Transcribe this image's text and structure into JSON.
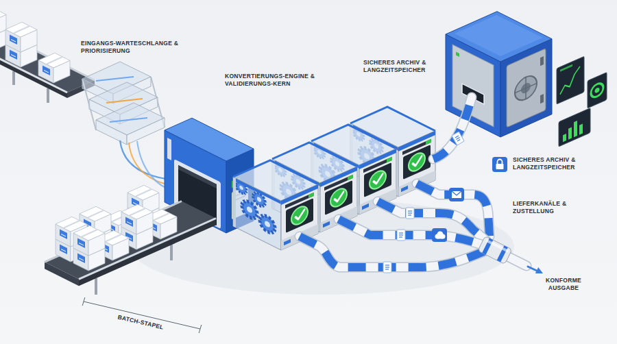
{
  "diagram": {
    "labels": [
      "EINGANGS-WARTESCHLANGE & PRIORISIERUNG",
      "KONVERTIERUNGS-ENGINE & VALIDIERUNGS-KERN",
      "SICHERES ARCHIV & LANGZEITSPEICHER",
      "SICHERES ARCHIV & LANGZEITSPEICHER",
      "LIEFERKANÄLE & ZUSTELLUNG",
      "BATCH-STAPEL",
      "KONFORME AUSGABE"
    ]
  }
}
